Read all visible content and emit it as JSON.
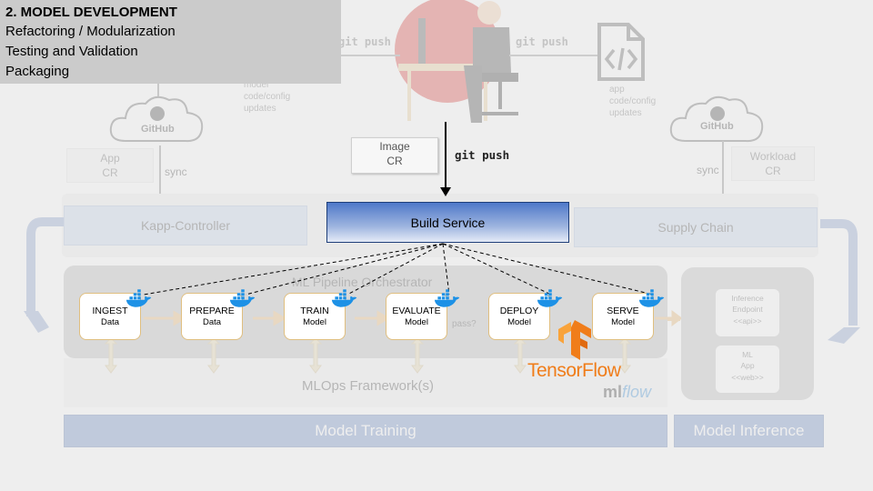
{
  "title_box": {
    "heading": "2. MODEL DEVELOPMENT",
    "lines": [
      "Refactoring / Modularization",
      "Testing and Validation",
      "Packaging"
    ]
  },
  "git_push_left": "git push",
  "git_push_right": "git push",
  "git_push_center": "git push",
  "model_updates": [
    "model",
    "code/config",
    "updates"
  ],
  "app_updates": [
    "app",
    "code/config",
    "updates"
  ],
  "github_left": "GitHub",
  "github_right": "GitHub",
  "app_cr": [
    "App",
    "CR"
  ],
  "workload_cr": [
    "Workload",
    "CR"
  ],
  "sync_left": "sync",
  "sync_right": "sync",
  "image_cr": [
    "Image",
    "CR"
  ],
  "kapp_controller": "Kapp-Controller",
  "build_service": "Build Service",
  "supply_chain": "Supply Chain",
  "orchestrator": "ML Pipeline Orchestrator",
  "pass_label": "pass?",
  "stages": [
    {
      "title": "INGEST",
      "sub": "Data"
    },
    {
      "title": "PREPARE",
      "sub": "Data"
    },
    {
      "title": "TRAIN",
      "sub": "Model"
    },
    {
      "title": "EVALUATE",
      "sub": "Model"
    },
    {
      "title": "DEPLOY",
      "sub": "Model"
    },
    {
      "title": "SERVE",
      "sub": "Model"
    }
  ],
  "inference_endpoint": [
    "Inference",
    "Endpoint",
    "<<api>>"
  ],
  "ml_app": [
    "ML",
    "App",
    "<<web>>"
  ],
  "mlops_framework": "MLOps Framework(s)",
  "tensorflow": "TensorFlow",
  "mlflow_ml": "ml",
  "mlflow_flow": "flow",
  "model_training": "Model Training",
  "model_inference": "Model Inference",
  "colors": {
    "build_service": "#4f79c9",
    "tensorflow": "#f07d1a",
    "docker": "#1d91e6",
    "arrow": "#cfb98a"
  }
}
